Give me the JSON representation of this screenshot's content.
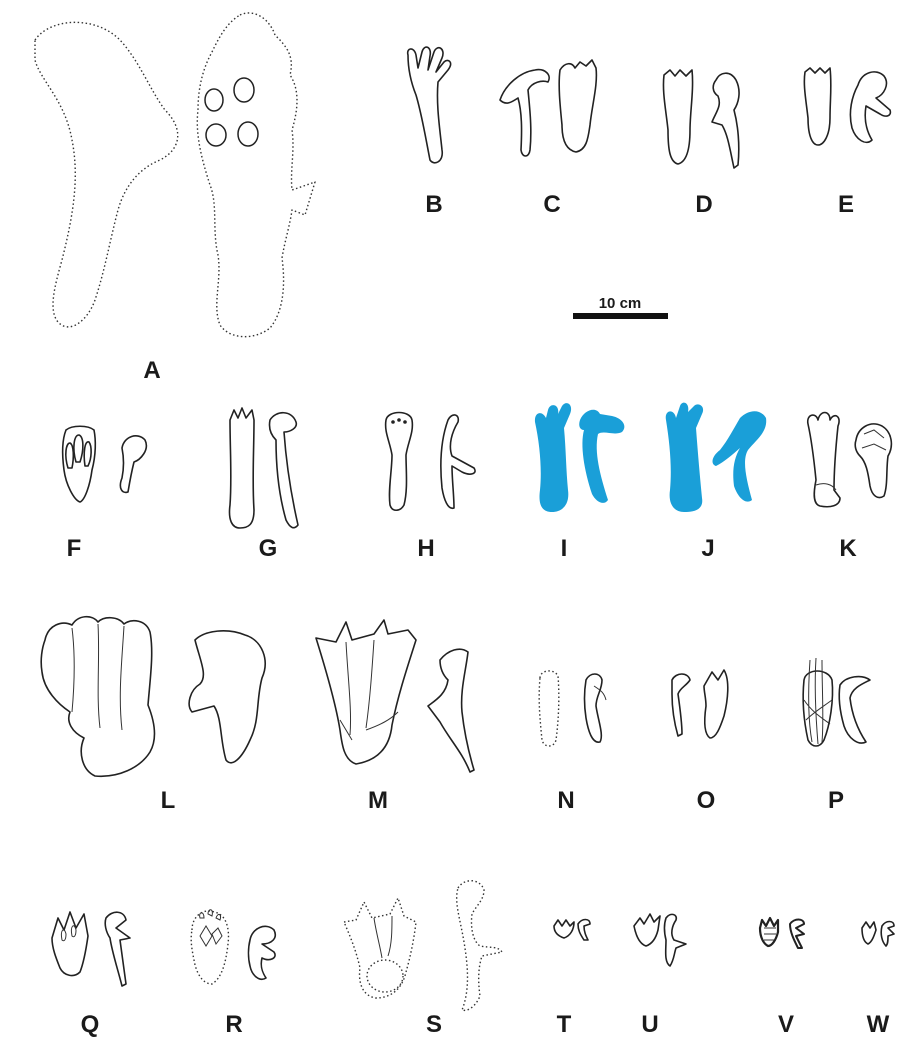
{
  "panels": [
    {
      "id": "A",
      "label": "A"
    },
    {
      "id": "B",
      "label": "B"
    },
    {
      "id": "C",
      "label": "C"
    },
    {
      "id": "D",
      "label": "D"
    },
    {
      "id": "E",
      "label": "E"
    },
    {
      "id": "F",
      "label": "F"
    },
    {
      "id": "G",
      "label": "G"
    },
    {
      "id": "H",
      "label": "H"
    },
    {
      "id": "I",
      "label": "I",
      "highlighted": true
    },
    {
      "id": "J",
      "label": "J",
      "highlighted": true
    },
    {
      "id": "K",
      "label": "K"
    },
    {
      "id": "L",
      "label": "L"
    },
    {
      "id": "M",
      "label": "M"
    },
    {
      "id": "N",
      "label": "N"
    },
    {
      "id": "O",
      "label": "O"
    },
    {
      "id": "P",
      "label": "P"
    },
    {
      "id": "Q",
      "label": "Q"
    },
    {
      "id": "R",
      "label": "R"
    },
    {
      "id": "S",
      "label": "S"
    },
    {
      "id": "T",
      "label": "T"
    },
    {
      "id": "U",
      "label": "U"
    },
    {
      "id": "V",
      "label": "V"
    },
    {
      "id": "W",
      "label": "W"
    }
  ],
  "scale_bar": {
    "label": "10 cm"
  },
  "colors": {
    "highlight": "#1a9fd8",
    "outline": "#222222",
    "background": "#ffffff"
  }
}
